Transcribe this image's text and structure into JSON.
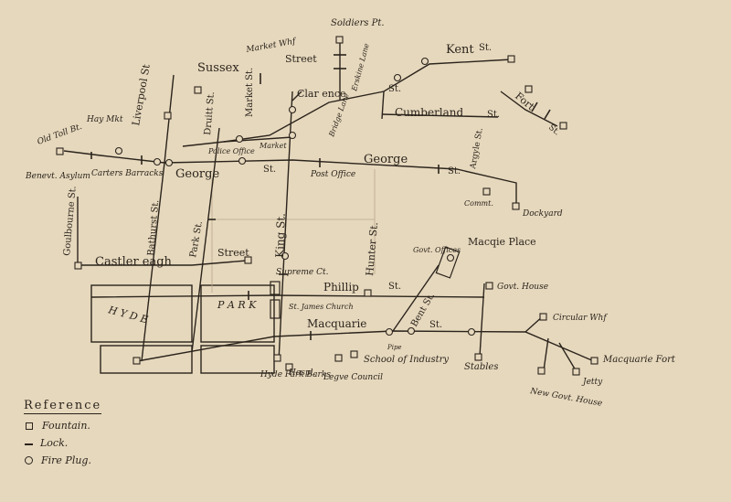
{
  "legend": {
    "title": "Reference",
    "items": [
      {
        "symbol": "square",
        "label": "Fountain."
      },
      {
        "symbol": "lock",
        "label": "Lock."
      },
      {
        "symbol": "circle",
        "label": "Fire Plug."
      }
    ]
  },
  "labels": {
    "soldiers_pt": "Soldiers Pt.",
    "kent": "Kent",
    "kent_st": "St.",
    "sussex": "Sussex",
    "market_wf": "Market Whf",
    "street_top": "Street",
    "market_st": "Market St.",
    "liverpool_st": "Liverpool St",
    "hay_mt": "Hay Mkt",
    "druitt_st": "Druitt St.",
    "clarence": "Clar ence",
    "clarence_st": "St.",
    "cumberland": "Cumberland",
    "cumberland_st": "St.",
    "erskine_lane": "Erskine Lane",
    "bridge_lane": "Bridge Lane",
    "fort": "Fort",
    "fort_st": "St.",
    "argyle_st": "Argyle St.",
    "old_toll_bt": "Old Toll Bt.",
    "benev_asylum": "Benevt. Asylum",
    "carters_barracks": "Carters Barracks",
    "police_office": "Police Office",
    "market_small": "Market",
    "george_west": "George",
    "george_st_west": "St.",
    "george_east": "George",
    "george_st_east": "St.",
    "post_office": "Post Office",
    "comm": "Commt.",
    "dockyard": "Dockyard",
    "goulbourne_st": "Goulbourne St.",
    "bathurst_st": "Bathurst St.",
    "park_st": "Park St.",
    "king_st": "King St.",
    "hunter_st": "Hunter St.",
    "castlereagh": "Castler eagh",
    "street_mid": "Street",
    "govt_offices": "Govt. Offices",
    "macq_place": "Macqie Place",
    "supreme_ct": "Supreme Ct.",
    "phillip": "Phillip",
    "phillip_st": "St.",
    "gov_house": "Govt. House",
    "hyde": "H Y D E",
    "park": "P A R K",
    "st_james": "St. James Church",
    "bent_st": "Bent St.",
    "macquarie": "Macquarie",
    "macquarie_st": "St.",
    "circular_whf": "Circular Whf",
    "pipe": "Pipe",
    "school_industry": "School of Industry",
    "stables": "Stables",
    "macquarie_fort": "Macquarie Fort",
    "jetty": "Jetty",
    "new_gov_house": "New Govt. House",
    "hyde_park_barks": "Hyde Park Barks",
    "hospl": "Hospl.",
    "legve_council": "Legve Council"
  }
}
